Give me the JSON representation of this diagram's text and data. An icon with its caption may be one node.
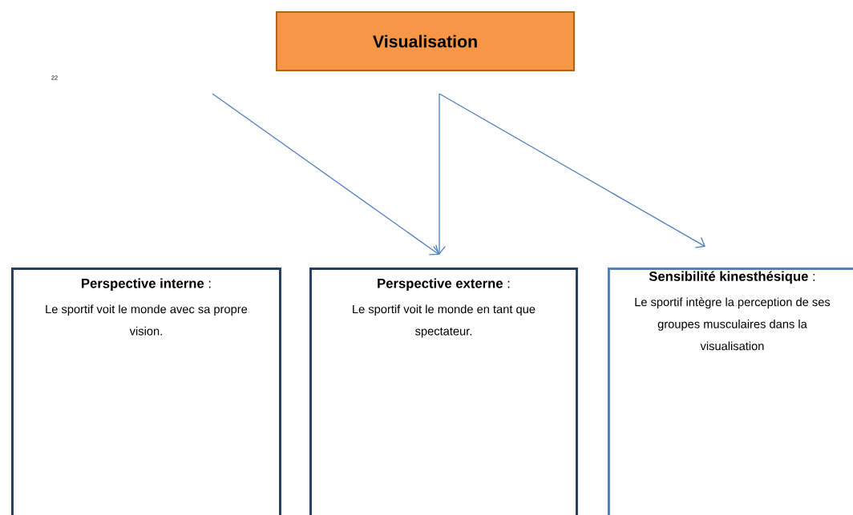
{
  "diagram": {
    "nodes": [
      {
        "text": [
          "Visualisation"
        ]
      },
      {
        "text": [
          "**Perspective interne** :",
          "Le sportif voit le monde avec sa propre vision."
        ]
      },
      {
        "text": [
          "**Perspective externe** :",
          "Le sportif voit le monde en tant que spectateur."
        ]
      },
      {
        "text": [
          "**Sensibilité kinesthésique** :",
          "Le sportif intègre la perception de ses groupes musculaires dans la visualisation"
        ]
      }
    ],
    "edges": [
      {
        "from": null,
        "to": 2,
        "arrow": "to"
      },
      {
        "from": null,
        "to": 2,
        "arrow": "to"
      },
      {
        "from": null,
        "to": 3,
        "arrow": "to"
      }
    ],
    "labels": [
      "22"
    ]
  }
}
